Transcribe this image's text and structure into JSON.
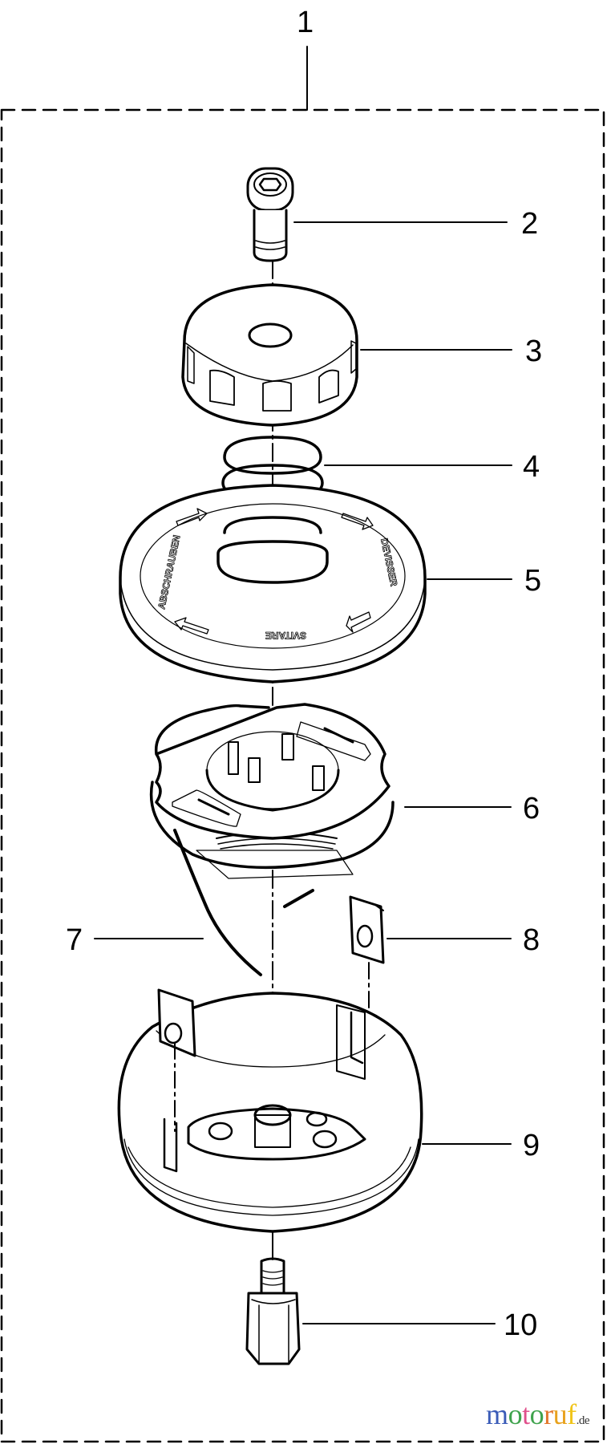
{
  "diagram": {
    "type": "exploded-parts-view",
    "subject": "Trimmer line spool head assembly",
    "callouts": [
      {
        "id": "1",
        "label": "1",
        "part": "spool head assembly (dashed group)"
      },
      {
        "id": "2",
        "label": "2",
        "part": "socket head screw"
      },
      {
        "id": "3",
        "label": "3",
        "part": "knurled knob"
      },
      {
        "id": "4",
        "label": "4",
        "part": "spring"
      },
      {
        "id": "5",
        "label": "5",
        "part": "cover"
      },
      {
        "id": "6",
        "label": "6",
        "part": "spool"
      },
      {
        "id": "7",
        "label": "7",
        "part": "trimmer line"
      },
      {
        "id": "8",
        "label": "8",
        "part": "line eyelet"
      },
      {
        "id": "9",
        "label": "9",
        "part": "spool housing"
      },
      {
        "id": "10",
        "label": "10",
        "part": "hex adapter nut"
      }
    ],
    "cover_text": {
      "left": "ABSCHRAUBEN",
      "right": "DEVISSER",
      "bottom": "SVITARE"
    }
  },
  "watermark": {
    "letters": [
      {
        "ch": "m",
        "color": "#3b5cb8"
      },
      {
        "ch": "o",
        "color": "#3fa34d"
      },
      {
        "ch": "t",
        "color": "#e0508c"
      },
      {
        "ch": "o",
        "color": "#3fa34d"
      },
      {
        "ch": "r",
        "color": "#e2762a"
      },
      {
        "ch": "u",
        "color": "#e8a21e"
      },
      {
        "ch": "f",
        "color": "#f0c419"
      }
    ],
    "tld": ".de"
  },
  "colors": {
    "line": "#000000",
    "background": "#ffffff"
  }
}
